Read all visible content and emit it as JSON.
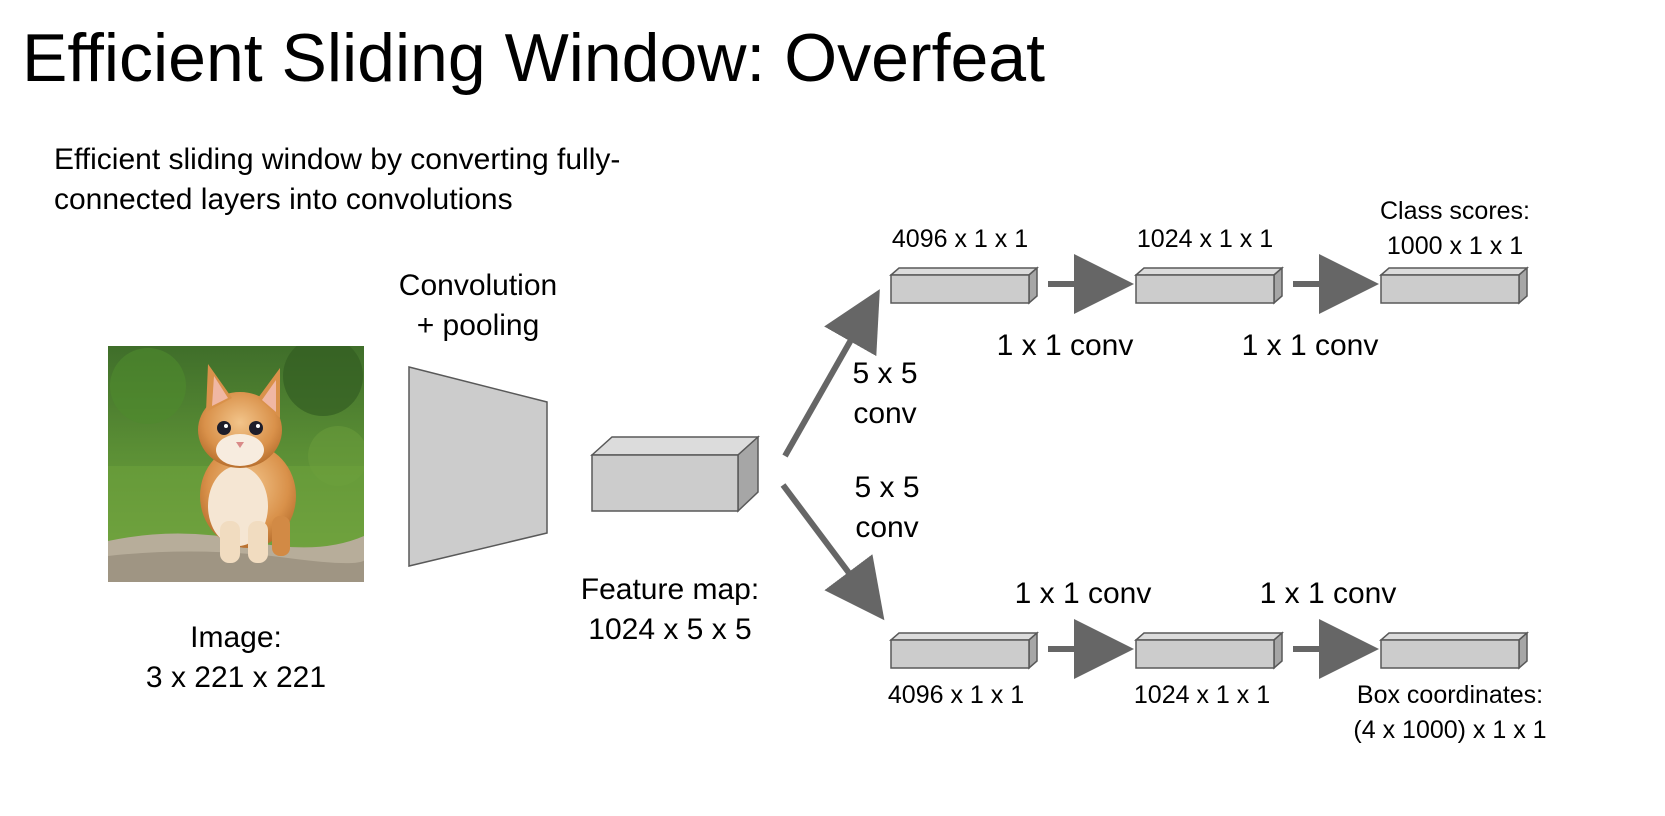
{
  "title": "Efficient Sliding Window: Overfeat",
  "subtitle": {
    "line1": "Efficient sliding window by converting fully-",
    "line2": "connected layers into convolutions"
  },
  "image": {
    "label_line1": "Image:",
    "label_line2": "3 x 221 x 221"
  },
  "conv_pool": {
    "line1": "Convolution",
    "line2": "+ pooling"
  },
  "feature_map": {
    "line1": "Feature map:",
    "line2": "1024 x 5 x 5"
  },
  "top_branch": {
    "conv_line1": "5 x 5",
    "conv_line2": "conv",
    "box1": "4096 x 1 x 1",
    "conv1": "1 x 1 conv",
    "box2": "1024 x 1 x 1",
    "conv2": "1 x 1 conv",
    "output_line1": "Class scores:",
    "output_line2": "1000 x 1 x 1"
  },
  "bottom_branch": {
    "conv_line1": "5 x 5",
    "conv_line2": "conv",
    "box1": "4096 x 1 x 1",
    "conv1": "1 x 1 conv",
    "box2": "1024 x 1 x 1",
    "conv2": "1 x 1 conv",
    "output_line1": "Box coordinates:",
    "output_line2": "(4 x 1000) x 1 x 1"
  },
  "colors": {
    "shape_fill": "#cccccc",
    "shape_side": "#a6a6a6",
    "shape_stroke": "#595959",
    "arrow": "#666666"
  }
}
